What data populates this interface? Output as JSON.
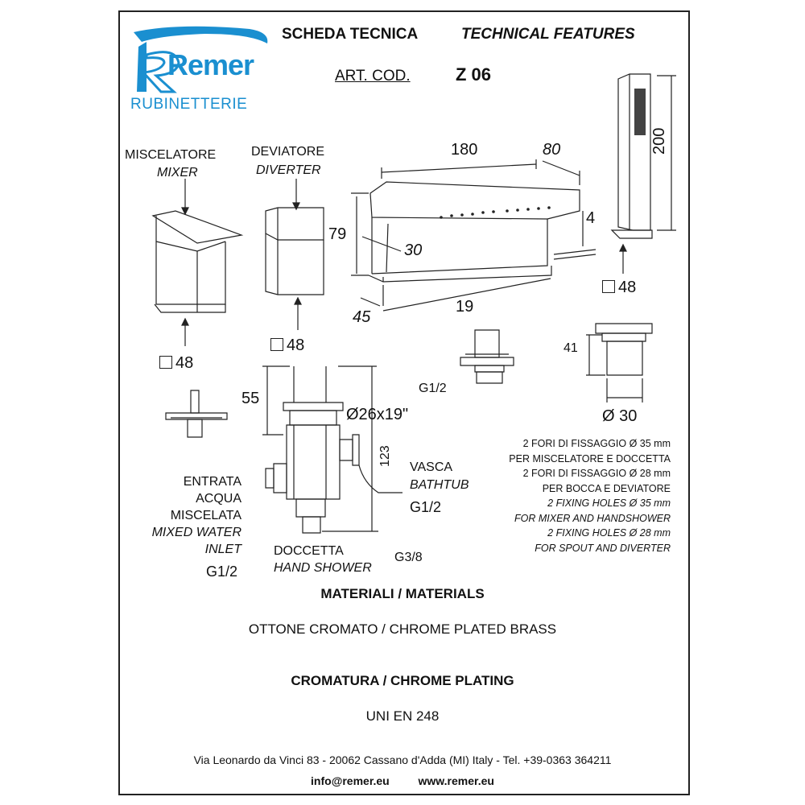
{
  "logo": {
    "brand": "Remer",
    "sub": "RUBINETTERIE",
    "color": "#1a8fd0"
  },
  "header": {
    "title_it": "SCHEDA TECNICA",
    "title_en": "TECHNICAL FEATURES",
    "art_label": "ART. COD.",
    "art_code": "Z 06"
  },
  "components": {
    "mixer_it": "MISCELATORE",
    "mixer_en": "MIXER",
    "diverter_it": "DEVIATORE",
    "diverter_en": "DIVERTER"
  },
  "dimensions": {
    "spout_length": "180",
    "spout_width": "80",
    "hand_height": "200",
    "spout_height": "79",
    "spout_offset": "4",
    "spout_angle": "30",
    "spout_depth": "45",
    "spout_base": "19",
    "mixer_sq": "48",
    "diverter_sq": "48",
    "hand_sq": "48",
    "hand_base_height": "41",
    "hand_base_dia": "Ø 30",
    "thread_spout": "G1/2",
    "body_height": "55",
    "body_dia": "Ø26x19\"",
    "body_total": "123",
    "thread_bathtub": "G1/2",
    "thread_inlet": "G1/2",
    "thread_shower": "G3/8"
  },
  "body_labels": {
    "inlet": [
      "ENTRATA",
      "ACQUA",
      "MISCELATA"
    ],
    "inlet_en": [
      "MIXED WATER",
      "INLET"
    ],
    "bath_it": "VASCA",
    "bath_en": "BATHTUB",
    "shower_it": "DOCCETTA",
    "shower_en": "HAND SHOWER"
  },
  "notes": [
    "2 FORI DI FISSAGGIO Ø 35 mm",
    "PER MISCELATORE E DOCCETTA",
    "2 FORI DI FISSAGGIO Ø 28 mm",
    "PER BOCCA E DEVIATORE",
    "2 FIXING HOLES Ø 35 mm",
    "FOR MIXER AND HANDSHOWER",
    "2 FIXING HOLES Ø 28 mm",
    "FOR SPOUT AND DIVERTER"
  ],
  "materials": {
    "heading": "MATERIALI / MATERIALS",
    "value": "OTTONE CROMATO / CHROME PLATED BRASS",
    "plating_heading": "CROMATURA / CHROME PLATING",
    "plating_value": "UNI EN 248"
  },
  "footer": {
    "address": "Via Leonardo da Vinci 83 - 20062 Cassano d'Adda (MI) Italy - Tel. +39-0363 364211",
    "email": "info@remer.eu",
    "web": "www.remer.eu"
  }
}
